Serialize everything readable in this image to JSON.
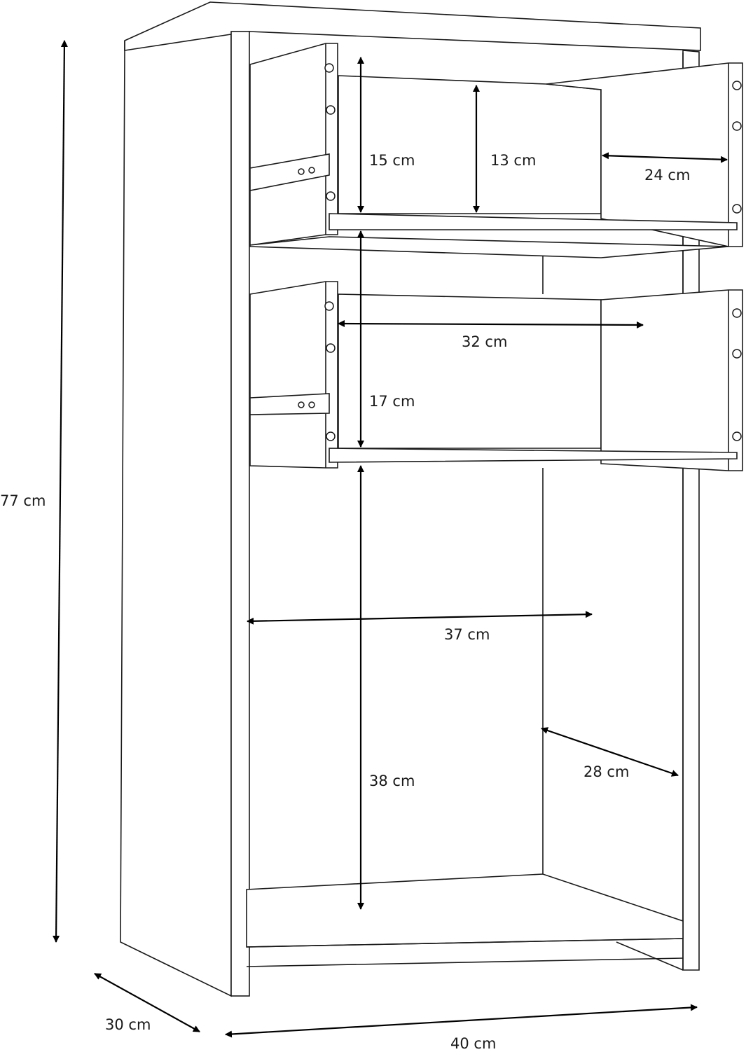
{
  "diagram": {
    "subject": "cabinet-with-two-drawers",
    "unit": "cm",
    "dimensions": {
      "total_height": "77 cm",
      "depth": "30 cm",
      "width": "40 cm",
      "upper_drawer_outer_height": "15 cm",
      "upper_drawer_inner_height": "13 cm",
      "drawer_inner_depth": "24 cm",
      "drawer_inner_width": "32 cm",
      "lower_drawer_height": "17 cm",
      "open_compartment_width": "37 cm",
      "open_compartment_height": "38 cm",
      "open_compartment_depth": "28 cm"
    },
    "colors": {
      "line": "#1a1a1a",
      "background": "#ffffff"
    }
  }
}
